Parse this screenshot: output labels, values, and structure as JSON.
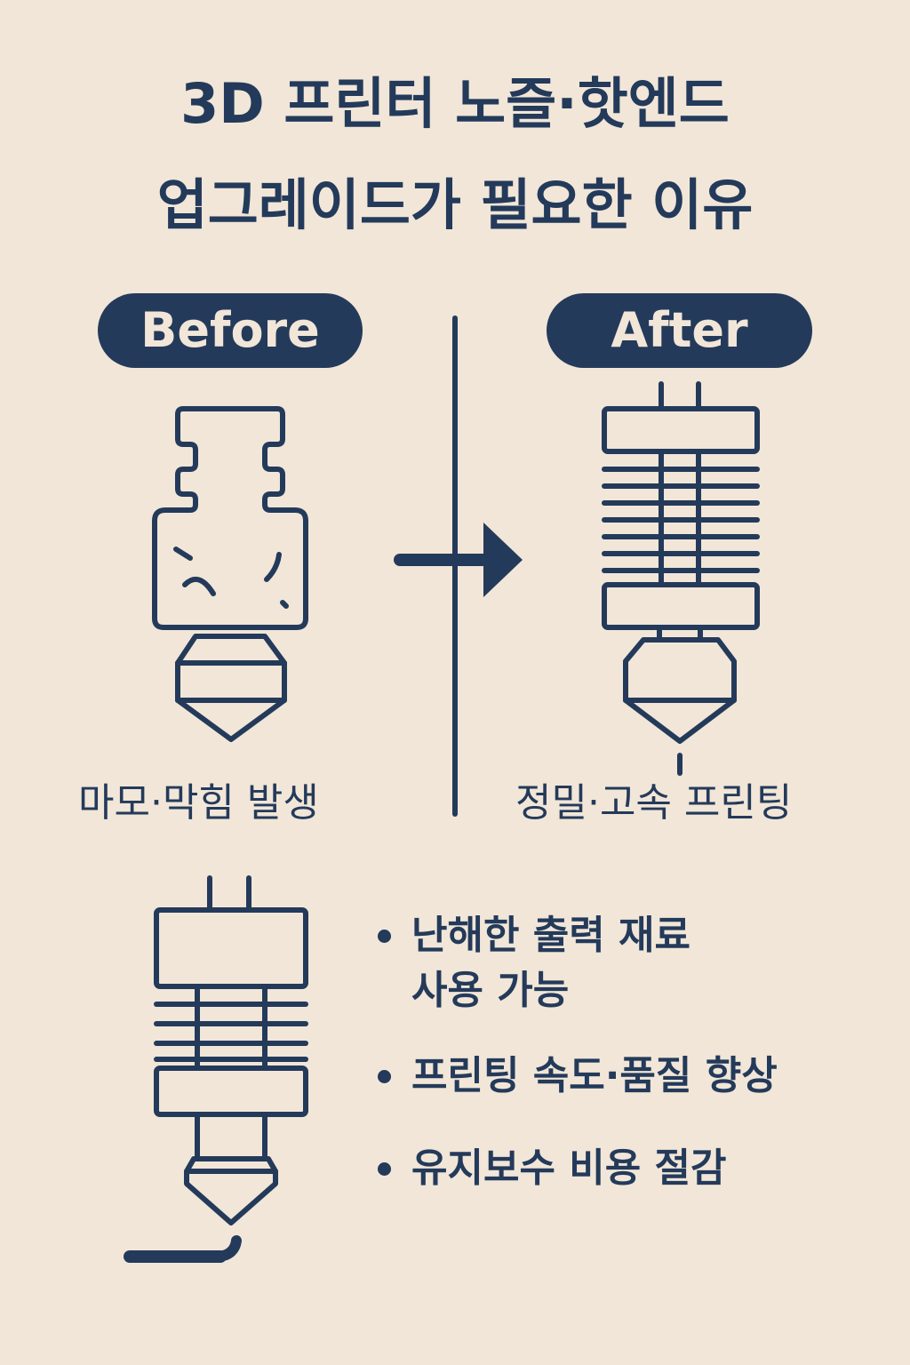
{
  "title": {
    "line1": "3D 프린터 노즐·핫엔드",
    "line2": "업그레이드가 필요한 이유"
  },
  "before": {
    "label": "Before",
    "caption": "마모·막힘 발생"
  },
  "after": {
    "label": "After",
    "caption": "정밀·고속 프린팅"
  },
  "benefits": [
    "난해한 출력 재료\n사용 가능",
    "프린팅 속도·품질 향상",
    "유지보수 비용 절감"
  ],
  "colors": {
    "ink": "#243a5a",
    "background": "#f1e6d8"
  }
}
